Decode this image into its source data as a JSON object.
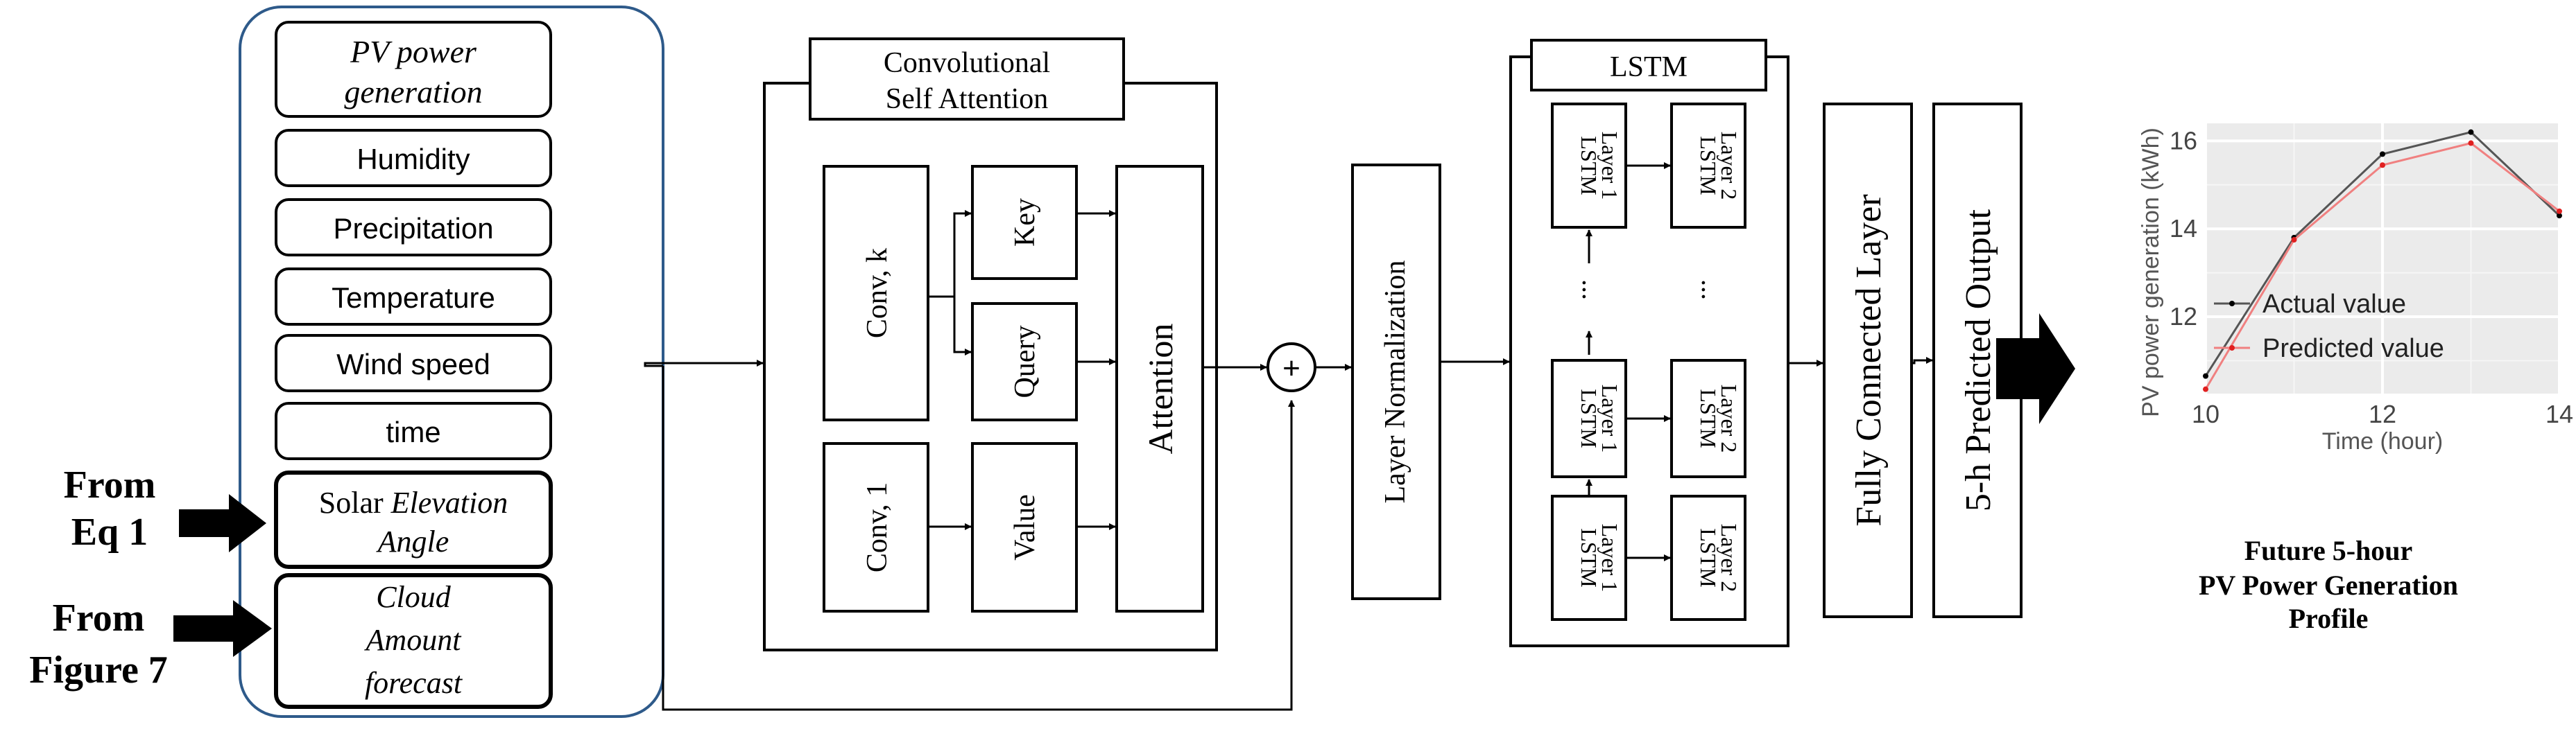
{
  "inputs": {
    "items": [
      {
        "line1": "PV power",
        "line2": "generation"
      },
      {
        "line1": "Humidity"
      },
      {
        "line1": "Precipitation"
      },
      {
        "line1": "Temperature"
      },
      {
        "line1": "Wind speed"
      },
      {
        "line1": "time"
      },
      {
        "line1a": "Solar ",
        "line1b": "Elevation",
        "line2": "Angle"
      },
      {
        "line1": "Cloud",
        "line2": "Amount",
        "line3": "forecast"
      }
    ],
    "from_eq": {
      "line1": "From",
      "line2": "Eq 1"
    },
    "from_fig": {
      "line1": "From",
      "line2": "Figure 7"
    }
  },
  "csa": {
    "title_line1": "Convolutional",
    "title_line2": "Self Attention",
    "conv_k": "Conv, k",
    "conv_1": "Conv, 1",
    "key": "Key",
    "query": "Query",
    "value": "Value",
    "attention": "Attention"
  },
  "plus": "+",
  "layer_norm": "Layer Normalization",
  "lstm": {
    "title": "LSTM",
    "cell_line1": "LSTM",
    "layer1": "Layer 1",
    "layer2": "Layer 2",
    "ellipsis": "..."
  },
  "fc": "Fully Connected Layer",
  "output": "5-h Predicted Output",
  "caption": {
    "line1": "Future 5-hour",
    "line2": "PV Power Generation",
    "line3": "Profile"
  },
  "chart_data": {
    "type": "line",
    "xlabel": "Time (hour)",
    "ylabel": "PV power generation (kWh)",
    "xlim": [
      10,
      14
    ],
    "ylim": [
      10.25,
      16.4
    ],
    "xticks": [
      10,
      12,
      14
    ],
    "yticks": [
      12,
      14,
      16
    ],
    "grid": true,
    "legend_position": "center-right",
    "series": [
      {
        "name": "Actual value",
        "color": "#555555",
        "x": [
          10,
          11,
          12,
          13,
          14
        ],
        "y": [
          10.65,
          13.8,
          15.7,
          16.2,
          14.3
        ]
      },
      {
        "name": "Predicted value",
        "color": "#f08080",
        "x": [
          10,
          11,
          12,
          13,
          14
        ],
        "y": [
          10.35,
          13.75,
          15.45,
          15.95,
          14.4
        ]
      }
    ]
  }
}
